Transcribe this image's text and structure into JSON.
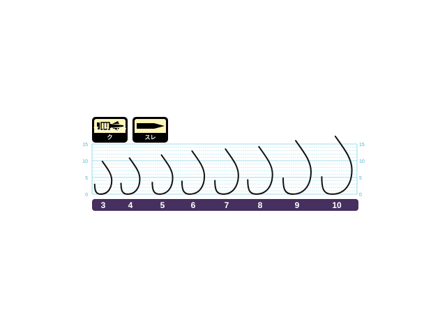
{
  "badges": [
    {
      "label": "ブレスシャンク",
      "icon": "barbless-shank-icon"
    },
    {
      "label": "スレ",
      "icon": "suré-hook-type-icon"
    }
  ],
  "colors": {
    "grid": "#7fd3e6",
    "axis_label": "#3fb8d8",
    "bar": "#46305f",
    "badge_fill": "#fff5b8"
  },
  "chart_data": {
    "type": "diagram",
    "y_ticks": [
      "0",
      "5",
      "10",
      "15"
    ],
    "ylim": [
      0,
      15
    ],
    "hooks": [
      {
        "size": "3",
        "height": 9.8
      },
      {
        "size": "4",
        "height": 10.8
      },
      {
        "size": "5",
        "height": 11.7
      },
      {
        "size": "6",
        "height": 12.9
      },
      {
        "size": "7",
        "height": 13.5
      },
      {
        "size": "8",
        "height": 14.2
      },
      {
        "size": "9",
        "height": 16.0
      },
      {
        "size": "10",
        "height": 17.3
      }
    ]
  }
}
